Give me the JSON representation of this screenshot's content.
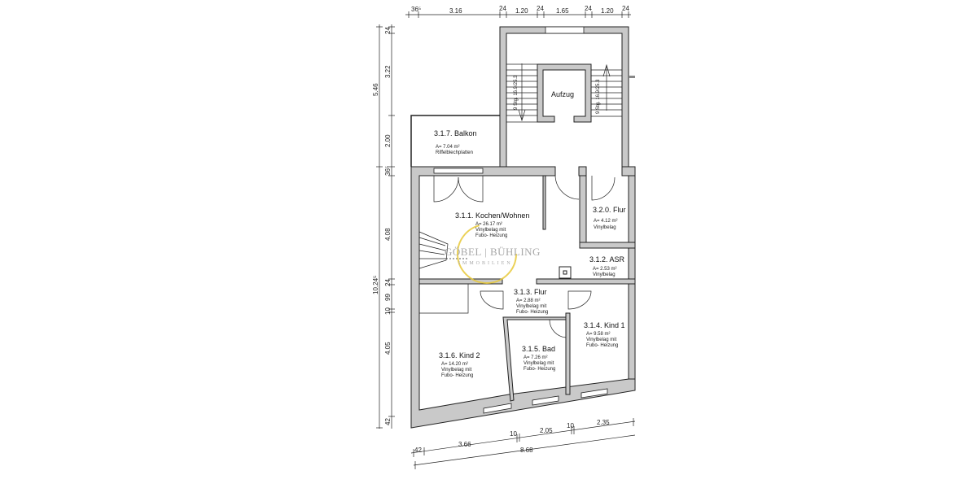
{
  "dimensions": {
    "top": [
      "36⁵",
      "3.16",
      "24",
      "1.20",
      "24",
      "1.65",
      "24",
      "1.20",
      "24"
    ],
    "left_outer": [
      "5.46",
      "10.24⁵"
    ],
    "left_inner": [
      "24",
      "3.22",
      "2.00",
      "36⁵",
      "4.08",
      "24",
      "99",
      "10",
      "4.05",
      "42"
    ],
    "bottom": [
      "42",
      "3.66",
      "10",
      "2.05",
      "10",
      "2.35",
      "8.68"
    ]
  },
  "stairs": {
    "left_label": "9 Stg. 16.9/25.3",
    "right_label": "9 Stg. 16.9/25.3",
    "elevator": "Aufzug"
  },
  "rooms": [
    {
      "name": "3.1.7. Balkon",
      "area": "A= 7.04 m²",
      "floor": "Riffelblechplatten",
      "heating": ""
    },
    {
      "name": "3.1.1. Kochen/Wohnen",
      "area": "A= 26.17 m²",
      "floor": "Vinylbelag mit",
      "heating": "Fubo- Heizung"
    },
    {
      "name": "3.2.0. Flur",
      "area": "A= 4.12 m²",
      "floor": "Vinylbelag",
      "heating": ""
    },
    {
      "name": "3.1.2. ASR",
      "area": "A= 2.53 m²",
      "floor": "Vinylbelag",
      "heating": ""
    },
    {
      "name": "3.1.3. Flur",
      "area": "A= 2.88 m²",
      "floor": "Vinylbelag mit",
      "heating": "Fubo- Heizung"
    },
    {
      "name": "3.1.4. Kind 1",
      "area": "A= 9.58 m²",
      "floor": "Vinylbelag mit",
      "heating": "Fubo- Heizung"
    },
    {
      "name": "3.1.5. Bad",
      "area": "A= 7.26 m²",
      "floor": "Vinylbelag mit",
      "heating": "Fubo- Heizung"
    },
    {
      "name": "3.1.6. Kind 2",
      "area": "A= 14.20 m²",
      "floor": "Vinylbelag mit",
      "heating": "Fubo- Heizung"
    }
  ],
  "watermark": {
    "line1": "GÖBEL | BÜHLING",
    "line2": "IMMOBILIEN",
    "color": "#e8c93a"
  }
}
